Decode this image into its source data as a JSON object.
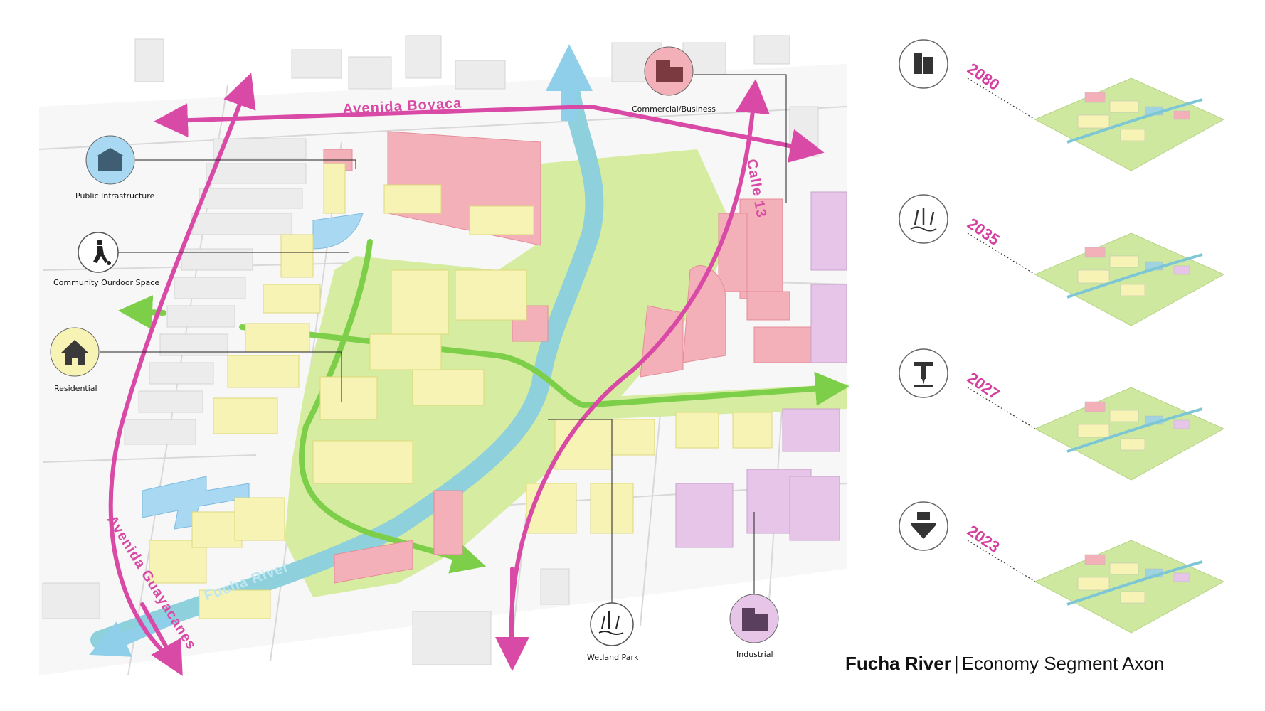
{
  "title": {
    "bold": "Fucha River",
    "separator": "|",
    "rest": "Economy Segment Axon"
  },
  "roads": {
    "boyaca": "Avenida Boyaca",
    "calle13": "Calle 13",
    "guayacanes": "Avenida Guayacanes",
    "river": "Fucha River"
  },
  "legend": {
    "public_infrastructure": "Public Infrastructure",
    "community_outdoor": "Community Ourdoor Space",
    "residential": "Residential",
    "commercial": "Commercial/Business",
    "wetland": "Wetland Park",
    "industrial": "Industrial"
  },
  "timeline": [
    {
      "year": "2080",
      "icon": "buildings-icon"
    },
    {
      "year": "2035",
      "icon": "wetland-icon"
    },
    {
      "year": "2027",
      "icon": "jackhammer-icon"
    },
    {
      "year": "2023",
      "icon": "floating-island-money-icon"
    }
  ],
  "colors": {
    "residential": "#f6f3b4",
    "commercial": "#f3b0b8",
    "industrial": "#e6c5e8",
    "public": "#a9d8f2",
    "green": "#d6eca0",
    "green_path": "#7dcf4a",
    "river": "#8fd0dd",
    "road": "#d94aa6",
    "base_building": "#ececec"
  }
}
